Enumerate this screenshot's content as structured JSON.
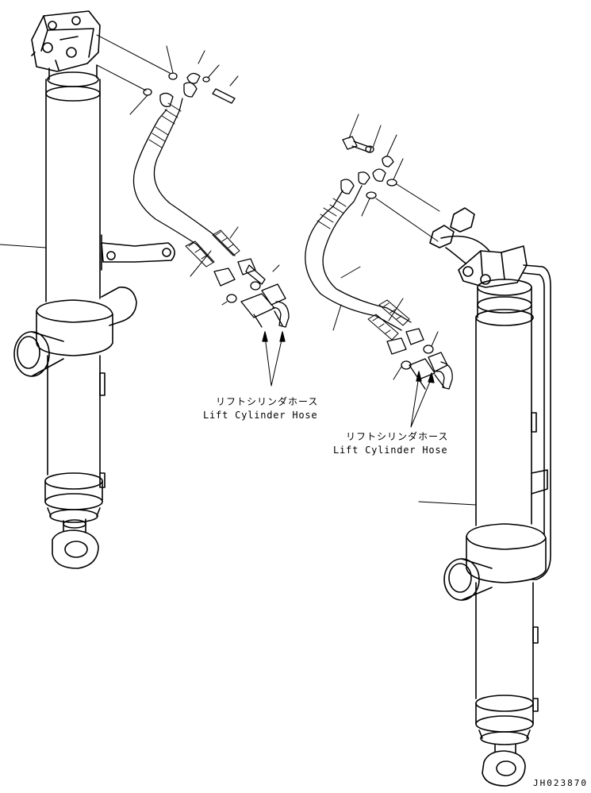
{
  "labels": [
    {
      "jp": "リフトシリンダホース",
      "en": "Lift Cylinder Hose"
    },
    {
      "jp": "リフトシリンダホース",
      "en": "Lift Cylinder Hose"
    }
  ],
  "drawing_code": "JH023870",
  "colors": {
    "line": "#000000",
    "paper": "#ffffff"
  }
}
